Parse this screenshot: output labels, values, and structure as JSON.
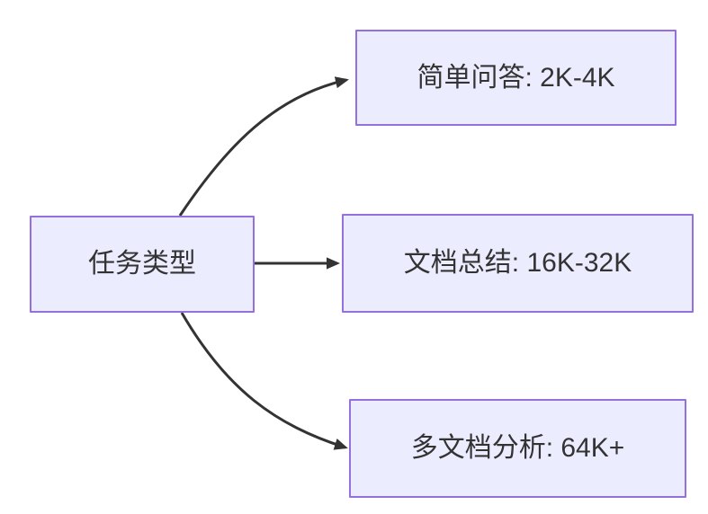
{
  "colors": {
    "background": "#ffffff",
    "node-fill": "#ececff",
    "node-border": "#9370db",
    "edge": "#333333",
    "text": "#333333"
  },
  "nodes": [
    {
      "id": "task-type",
      "label": "任务类型"
    },
    {
      "id": "simple-qa",
      "label": "简单问答: 2K-4K"
    },
    {
      "id": "doc-summary",
      "label": "文档总结: 16K-32K"
    },
    {
      "id": "multi-doc-analysis",
      "label": "多文档分析: 64K+"
    }
  ],
  "edges": [
    {
      "from": "task-type",
      "to": "simple-qa"
    },
    {
      "from": "task-type",
      "to": "doc-summary"
    },
    {
      "from": "task-type",
      "to": "multi-doc-analysis"
    }
  ]
}
